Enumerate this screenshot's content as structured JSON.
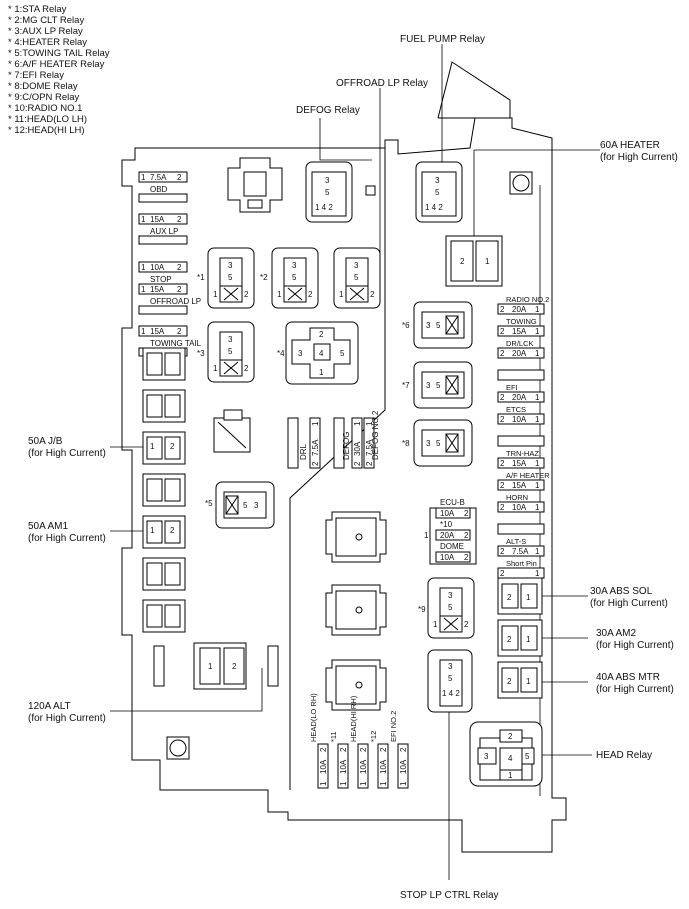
{
  "legend": [
    "* 1:STA Relay",
    "* 2:MG CLT Relay",
    "* 3:AUX LP Relay",
    "* 4:HEATER Relay",
    "* 5:TOWING TAIL Relay",
    "* 6:A/F HEATER Relay",
    "* 7:EFI Relay",
    "* 8:DOME Relay",
    "* 9:C/OPN Relay",
    "* 10:RADIO NO.1",
    "* 11:HEAD(LO LH)",
    "* 12:HEAD(HI LH)"
  ],
  "callouts": {
    "fuel_pump": "FUEL PUMP Relay",
    "offroad_lp": "OFFROAD LP Relay",
    "defog": "DEFOG Relay",
    "heater60_1": "60A HEATER",
    "heater60_2": "(for High Current)",
    "jb50_1": "50A J/B",
    "jb50_2": "(for High Current)",
    "am1_1": "50A AM1",
    "am1_2": "(for High Current)",
    "alt_1": "120A ALT",
    "alt_2": "(for High Current)",
    "abs_sol_1": "30A ABS SOL",
    "abs_sol_2": "(for High Current)",
    "am2_1": "30A AM2",
    "am2_2": "(for High Current)",
    "abs_mtr_1": "40A ABS MTR",
    "abs_mtr_2": "(for High Current)",
    "head": "HEAD Relay",
    "stop_lp": "STOP LP CTRL Relay"
  },
  "left_fuses": [
    {
      "label": "OBD",
      "amp": "7.5A",
      "l": "1",
      "r": "2"
    },
    {
      "label": "AUX LP",
      "amp": "15A",
      "l": "1",
      "r": "2"
    },
    {
      "label": "STOP",
      "amp": "10A",
      "l": "1",
      "r": "2"
    },
    {
      "label": "OFFROAD LP",
      "amp": "15A",
      "l": "1",
      "r": "2"
    },
    {
      "label": "TOWING TAIL",
      "amp": "15A",
      "l": "1",
      "r": "2"
    }
  ],
  "right_fuses": [
    {
      "label": "RADIO NO.2",
      "amp": "20A",
      "l": "2",
      "r": "1"
    },
    {
      "label": "TOWING",
      "amp": "15A",
      "l": "2",
      "r": "1"
    },
    {
      "label": "DR/LCK",
      "amp": "20A",
      "l": "2",
      "r": "1"
    },
    {
      "label": "",
      "amp": "",
      "l": "",
      "r": ""
    },
    {
      "label": "EFI",
      "amp": "20A",
      "l": "2",
      "r": "1"
    },
    {
      "label": "ETCS",
      "amp": "10A",
      "l": "2",
      "r": "1"
    },
    {
      "label": "",
      "amp": "",
      "l": "",
      "r": ""
    },
    {
      "label": "TRN-HAZ",
      "amp": "15A",
      "l": "2",
      "r": "1"
    },
    {
      "label": "A/F HEATER",
      "amp": "15A",
      "l": "2",
      "r": "1"
    },
    {
      "label": "HORN",
      "amp": "10A",
      "l": "2",
      "r": "1"
    },
    {
      "label": "",
      "amp": "",
      "l": "",
      "r": ""
    },
    {
      "label": "ALT-S",
      "amp": "7.5A",
      "l": "2",
      "r": "1"
    },
    {
      "label": "Short Pin",
      "amp": "",
      "l": "2",
      "r": "1"
    }
  ],
  "mid_fuses": {
    "drl": {
      "label": "DRL",
      "amp": "7.5A",
      "top": "1",
      "bot": "2"
    },
    "defog": {
      "label": "DEFOG",
      "amp": "30A",
      "top": "1",
      "bot": "2"
    },
    "defog2": {
      "label": "DEFOG NO.2",
      "amp": "7.5A",
      "top": "1",
      "bot": "2"
    }
  },
  "ecu": {
    "ecu_b": "ECU-B",
    "ecu_b_amp": "10A",
    "ecu_b_n": "2",
    "r10": "*10",
    "r10_amp": "20A",
    "r10_n": "2",
    "r10_l": "1",
    "dome": "DOME",
    "dome_amp": "10A",
    "dome_n": "2"
  },
  "bottom_fuses": [
    {
      "label": "HEAD(LO RH)",
      "amp": "10A",
      "top": "2",
      "bot": "1"
    },
    {
      "label": "*11",
      "amp": "10A",
      "top": "2",
      "bot": "1"
    },
    {
      "label": "HEAD(HI RH)",
      "amp": "10A",
      "top": "2",
      "bot": "1"
    },
    {
      "label": "*12",
      "amp": "10A",
      "top": "2",
      "bot": "1"
    },
    {
      "label": "EFI NO.2",
      "amp": "10A",
      "top": "2",
      "bot": "1"
    }
  ],
  "relay_tags": {
    "r1": "*1",
    "r2": "*2",
    "r3": "*3",
    "r4": "*4",
    "r5": "*5",
    "r6": "*6",
    "r7": "*7",
    "r8": "*8",
    "r9": "*9"
  },
  "pins": {
    "p1": "1",
    "p2": "2",
    "p3": "3",
    "p4": "4",
    "p5": "5",
    "p142": "1 4 2"
  }
}
